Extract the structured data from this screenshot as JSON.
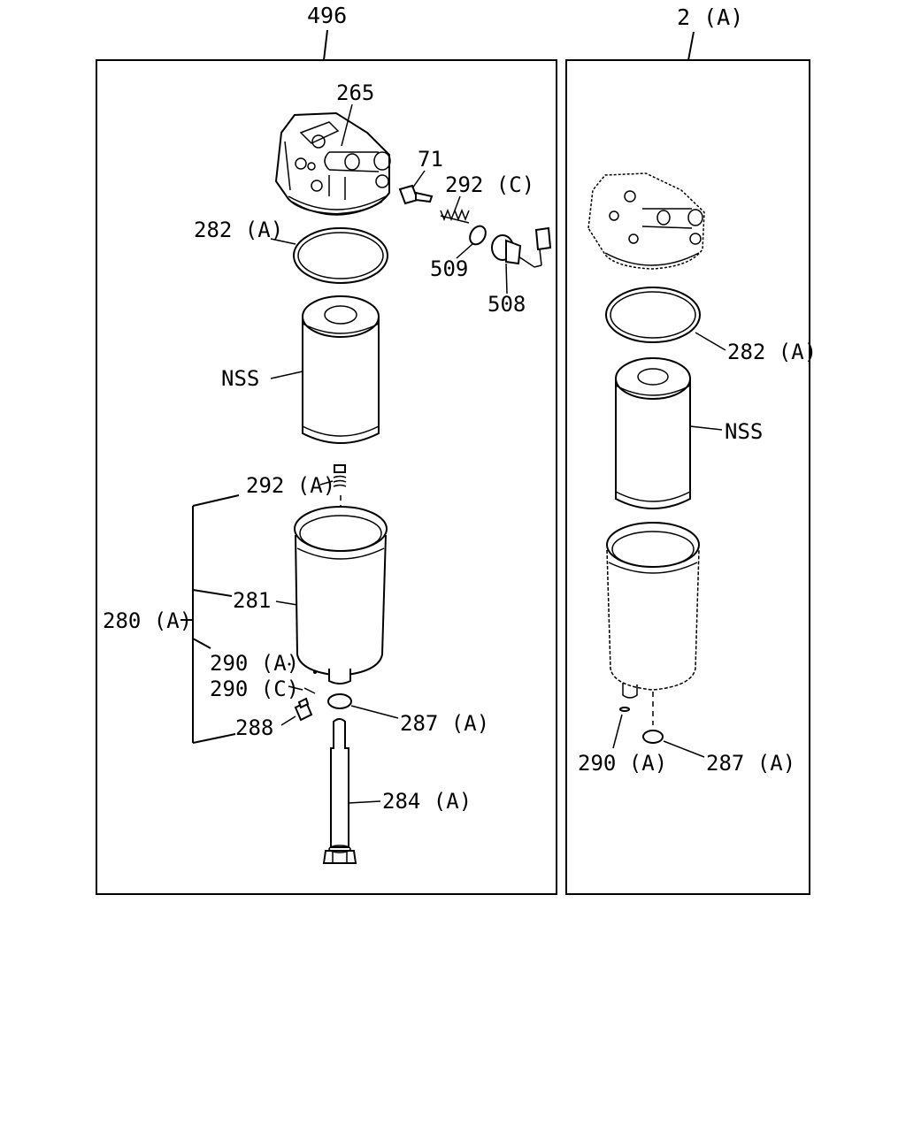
{
  "assemblies": {
    "left": {
      "callout": "496"
    },
    "right": {
      "callout": "2 (A)"
    }
  },
  "left_labels": {
    "housing": "265",
    "pin": "71",
    "spring_c": "292 (C)",
    "oring_head": "282 (A)",
    "washer_509": "509",
    "sensor": "508",
    "element": "NSS",
    "spring_a": "292 (A)",
    "bowl": "281",
    "bowl_assy": "280 (A)",
    "oring_290a": "290 (A)",
    "oring_290c": "290 (C)",
    "drain_plug": "288",
    "gasket": "287 (A)",
    "bolt": "284 (A)"
  },
  "right_labels": {
    "oring_head": "282 (A)",
    "element": "NSS",
    "oring_290a": "290 (A)",
    "gasket": "287 (A)"
  }
}
